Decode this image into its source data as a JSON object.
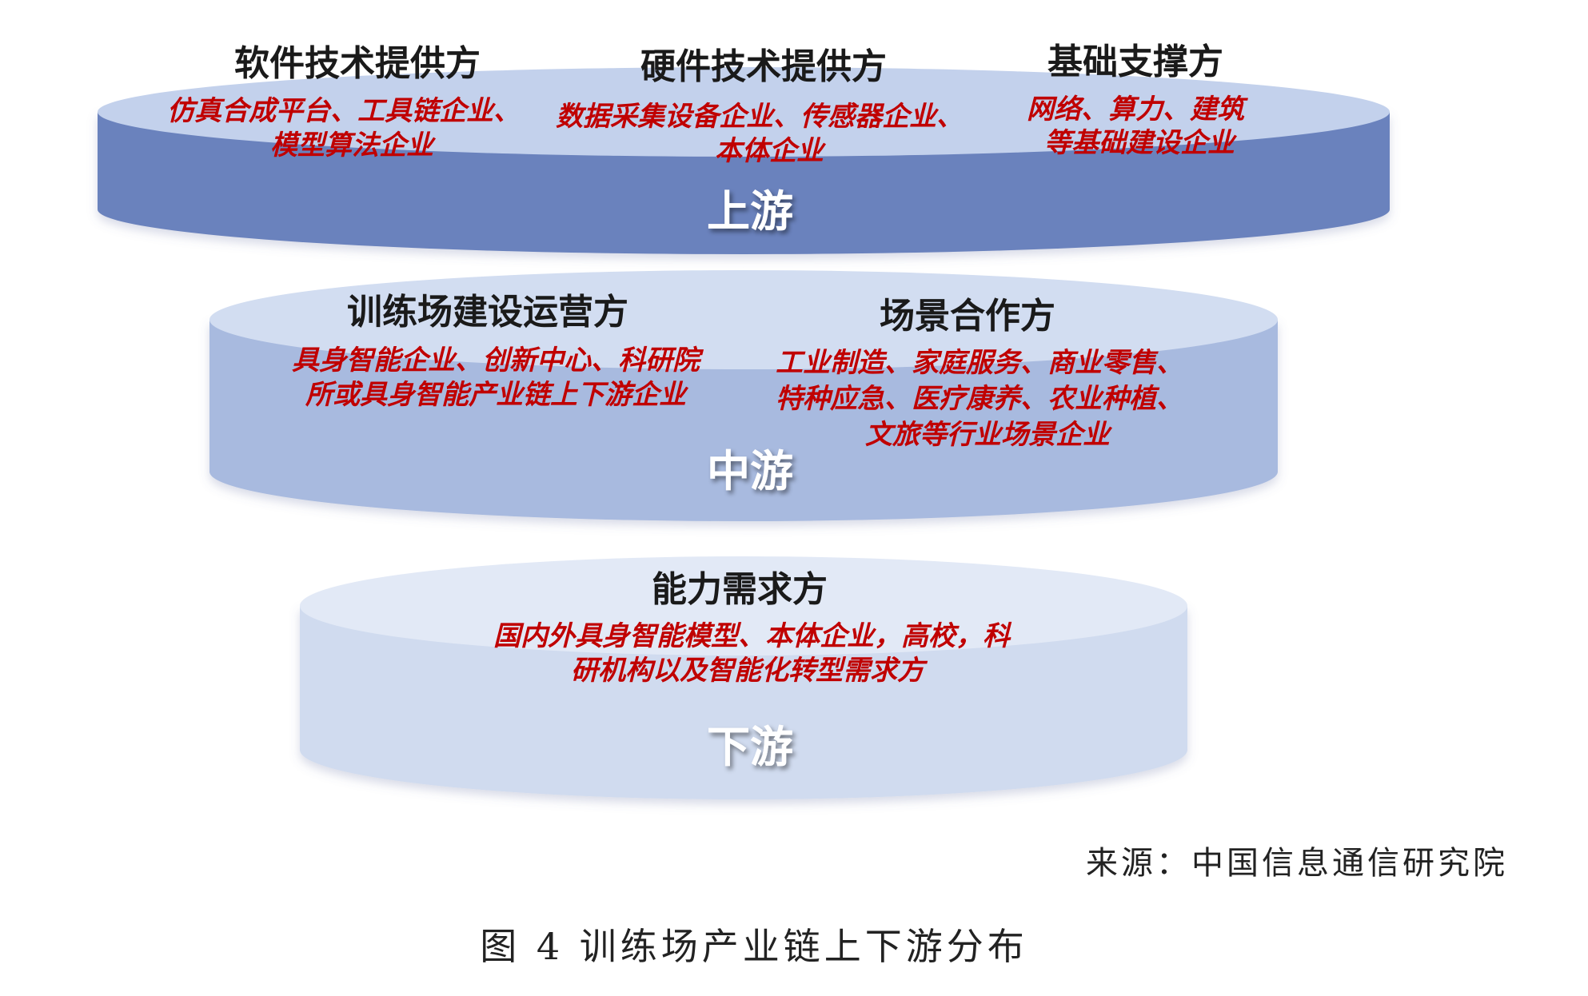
{
  "tiers": [
    {
      "label": "上游",
      "colors": {
        "side": "#6b82bd",
        "top": "#c3d1ec"
      },
      "groups": [
        {
          "heading": "软件技术提供方",
          "lines": [
            "仿真合成平台、工具链企业、",
            "模型算法企业"
          ]
        },
        {
          "heading": "硬件技术提供方",
          "lines": [
            "数据采集设备企业、传感器企业、",
            "本体企业"
          ]
        },
        {
          "heading": "基础支撑方",
          "lines": [
            "网络、算力、建筑",
            "等基础建设企业"
          ]
        }
      ]
    },
    {
      "label": "中游",
      "colors": {
        "side": "#a8badf",
        "top": "#d2ddf1"
      },
      "groups": [
        {
          "heading": "训练场建设运营方",
          "lines": [
            "具身智能企业、创新中心、科研院",
            "所或具身智能产业链上下游企业"
          ]
        },
        {
          "heading": "场景合作方",
          "lines": [
            "工业制造、家庭服务、商业零售、",
            "特种应急、医疗康养、农业种植、",
            "文旅等行业场景企业"
          ]
        }
      ]
    },
    {
      "label": "下游",
      "colors": {
        "side": "#d0dbef",
        "top": "#e2e9f6"
      },
      "groups": [
        {
          "heading": "能力需求方",
          "lines": [
            "国内外具身智能模型、本体企业，高校，科",
            "研机构以及智能化转型需求方"
          ]
        }
      ]
    }
  ],
  "source": "来源：中国信息通信研究院",
  "caption": "图 4  训练场产业链上下游分布"
}
